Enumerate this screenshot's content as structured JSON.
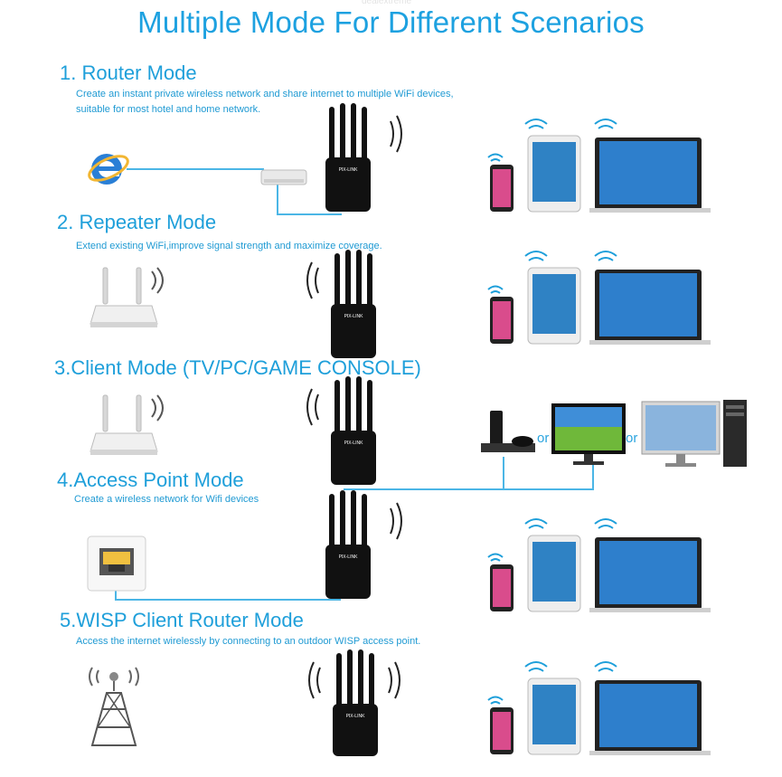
{
  "title": "Multiple Mode For Different Scenarios",
  "watermark": "dealextreme",
  "modes": [
    {
      "title": "1. Router Mode",
      "desc_lines": [
        "Create an instant private wireless network and share internet to multiple WiFi devices,",
        "suitable for most hotel and home network."
      ]
    },
    {
      "title": "2. Repeater Mode",
      "desc_lines": [
        "Extend existing WiFi,improve signal strength and maximize coverage."
      ]
    },
    {
      "title": "3.Client Mode (TV/PC/GAME CONSOLE)",
      "desc_lines": []
    },
    {
      "title": "4.Access Point Mode",
      "desc_lines": [
        "Create a wireless network for Wifi devices"
      ]
    },
    {
      "title": "5.WISP Client Router Mode",
      "desc_lines": [
        "Access the internet wirelessly by connecting to an outdoor WISP access point."
      ]
    }
  ],
  "device_brand": "PIX-LINK",
  "or_label": "or",
  "colors": {
    "accent": "#1e9fda",
    "wire": "#4bb6e6",
    "device": "#111111"
  }
}
